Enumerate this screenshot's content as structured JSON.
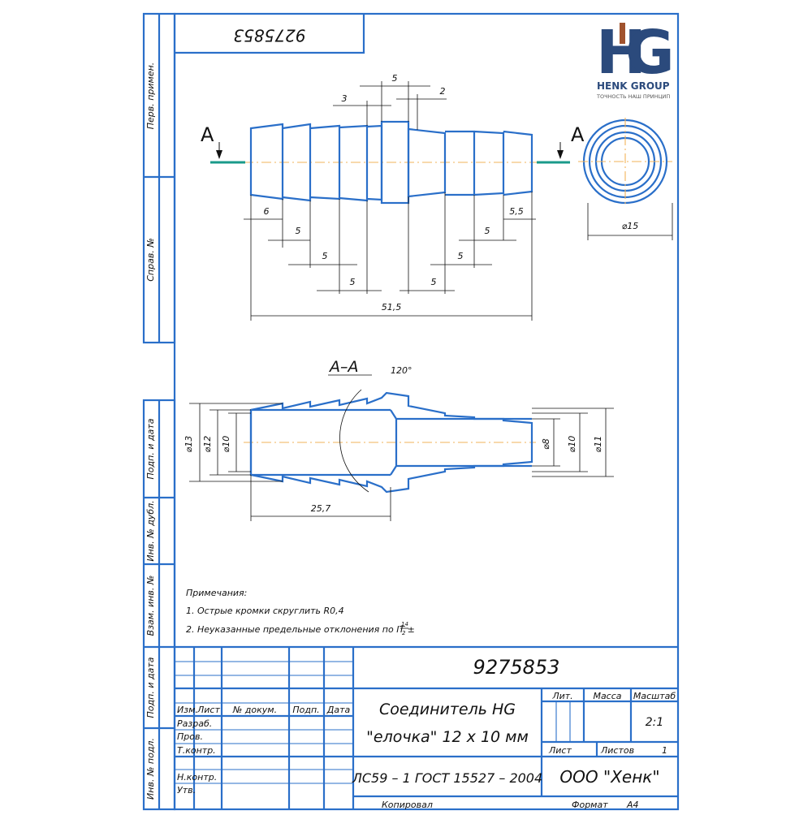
{
  "drawing": {
    "doc_number": "9275853",
    "doc_number_top": "9275853",
    "side_labels": {
      "perv_primen": "Перв. примен.",
      "sprav_no": "Справ. №",
      "podp_data_1": "Подп. и дата",
      "inv_dubl": "Инв. № дубл.",
      "vzam_inv": "Взам. инв. №",
      "podp_data_2": "Подп. и дата",
      "inv_podl": "Инв. № подл."
    },
    "section_mark": "A",
    "section_title": "A–A",
    "angle": "120°",
    "dims_top": {
      "d5_top": "5",
      "d3": "3",
      "d2": "2",
      "d6": "6",
      "d55": "5,5",
      "d15": "⌀15",
      "d515": "51,5",
      "l5a": "5",
      "l5b": "5",
      "l5c": "5",
      "r5a": "5",
      "r5b": "5",
      "r5c": "5"
    },
    "dims_section": {
      "d13": "⌀13",
      "d12": "⌀12",
      "d10l": "⌀10",
      "d8": "⌀8",
      "d10r": "⌀10",
      "d11": "⌀11",
      "d257": "25,7"
    },
    "notes": {
      "title": "Примечания:",
      "n1": "1. Острые кромки скруглить R0,4",
      "n2": "2. Неуказанные предельные отклонения по IT ±",
      "n2_num": "14",
      "n2_den": "2"
    }
  },
  "logo": {
    "mark_h": "H",
    "mark_g": "G",
    "company": "HENK GROUP",
    "tagline": "ТОЧНОСТЬ НАШ ПРИНЦИП",
    "colors": {
      "blue": "#2b4a7c",
      "brown": "#a0522d"
    }
  },
  "title_block": {
    "doc_number": "9275853",
    "name_line1": "Соединитель HG",
    "name_line2": "\"елочка\" 12 x 10 мм",
    "material": "ЛС59 – 1 ГОСТ 15527 – 2004",
    "company": "ООО \"Хенк\"",
    "headers": {
      "izm": "Изм.",
      "list": "Лист",
      "dokum": "№ докум.",
      "podp": "Подп.",
      "data": "Дата"
    },
    "rows": {
      "razrab": "Разраб.",
      "prov": "Пров.",
      "tkontr": "Т.контр.",
      "nkontr": "Н.контр.",
      "utv": "Утв."
    },
    "lit": "Лит.",
    "massa": "Масса",
    "masshtab": "Масштаб",
    "scale": "2:1",
    "list_label": "Лист",
    "listov_label": "Листов",
    "listov_value": "1",
    "kopiroval": "Копировал",
    "format_label": "Формат",
    "format_value": "A4"
  },
  "colors": {
    "frame": "#2a6fc9",
    "axis": "#f2b35a",
    "section_line": "#1a9a8a"
  }
}
